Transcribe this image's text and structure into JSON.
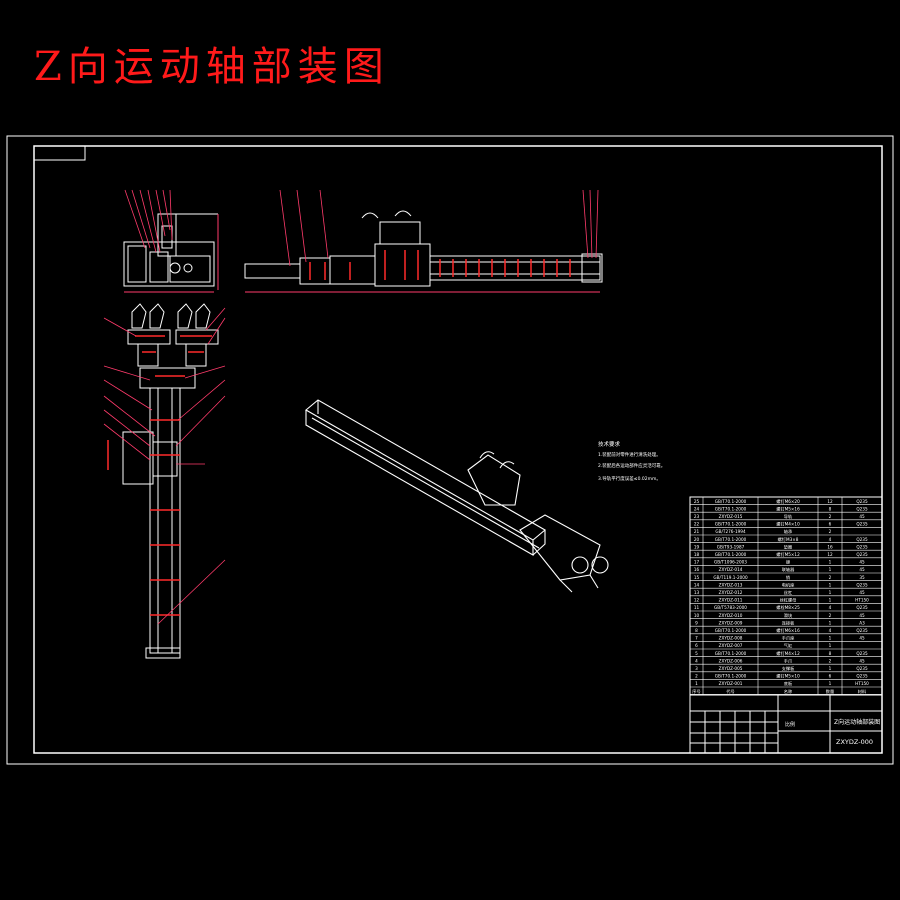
{
  "title": "Z向运动轴部装图",
  "notes": {
    "heading": "技术要求",
    "lines": [
      "1.装配前对零件进行清洗处理。",
      "2.装配后各运动部件应灵活可靠。",
      "3.导轨平行度误差≤0.02mm。"
    ]
  },
  "parts_table": {
    "rows": [
      {
        "no": "25",
        "code": "GB/T70.1-2000",
        "name": "螺钉M6×20",
        "qty": "12",
        "mat": "Q235"
      },
      {
        "no": "24",
        "code": "GB/T70.1-2000",
        "name": "螺钉M5×16",
        "qty": "8",
        "mat": "Q235"
      },
      {
        "no": "23",
        "code": "ZXYDZ-015",
        "name": "导轨",
        "qty": "2",
        "mat": "45"
      },
      {
        "no": "22",
        "code": "GB/T70.1-2000",
        "name": "螺钉M4×10",
        "qty": "6",
        "mat": "Q235"
      },
      {
        "no": "21",
        "code": "GB/T276-1994",
        "name": "轴承",
        "qty": "2",
        "mat": ""
      },
      {
        "no": "20",
        "code": "GB/T70.1-2000",
        "name": "螺钉M3×8",
        "qty": "4",
        "mat": "Q235"
      },
      {
        "no": "19",
        "code": "GB/T93-1987",
        "name": "垫圈",
        "qty": "16",
        "mat": "Q235"
      },
      {
        "no": "18",
        "code": "GB/T70.1-2000",
        "name": "螺钉M5×12",
        "qty": "12",
        "mat": "Q235"
      },
      {
        "no": "17",
        "code": "GB/T1096-2003",
        "name": "键",
        "qty": "1",
        "mat": "45"
      },
      {
        "no": "16",
        "code": "ZXYDZ-014",
        "name": "联轴器",
        "qty": "1",
        "mat": "45"
      },
      {
        "no": "15",
        "code": "GB/T119.1-2000",
        "name": "销",
        "qty": "2",
        "mat": "35"
      },
      {
        "no": "14",
        "code": "ZXYDZ-013",
        "name": "电机座",
        "qty": "1",
        "mat": "Q235"
      },
      {
        "no": "13",
        "code": "ZXYDZ-012",
        "name": "丝杠",
        "qty": "1",
        "mat": "45"
      },
      {
        "no": "12",
        "code": "ZXYDZ-011",
        "name": "丝杠螺母",
        "qty": "1",
        "mat": "HT150"
      },
      {
        "no": "11",
        "code": "GB/T5783-2000",
        "name": "螺栓M8×25",
        "qty": "4",
        "mat": "Q235"
      },
      {
        "no": "10",
        "code": "ZXYDZ-010",
        "name": "滑块",
        "qty": "2",
        "mat": "45"
      },
      {
        "no": "9",
        "code": "ZXYDZ-009",
        "name": "连接板",
        "qty": "1",
        "mat": "A3"
      },
      {
        "no": "8",
        "code": "GB/T70.1-2000",
        "name": "螺钉M6×16",
        "qty": "4",
        "mat": "Q235"
      },
      {
        "no": "7",
        "code": "ZXYDZ-008",
        "name": "手爪座",
        "qty": "1",
        "mat": "45"
      },
      {
        "no": "6",
        "code": "ZXYDZ-007",
        "name": "气缸",
        "qty": "1",
        "mat": ""
      },
      {
        "no": "5",
        "code": "GB/T70.1-2000",
        "name": "螺钉M4×12",
        "qty": "8",
        "mat": "Q235"
      },
      {
        "no": "4",
        "code": "ZXYDZ-006",
        "name": "手爪",
        "qty": "2",
        "mat": "45"
      },
      {
        "no": "3",
        "code": "ZXYDZ-005",
        "name": "支撑板",
        "qty": "1",
        "mat": "Q235"
      },
      {
        "no": "2",
        "code": "GB/T70.1-2000",
        "name": "螺钉M5×10",
        "qty": "6",
        "mat": "Q235"
      },
      {
        "no": "1",
        "code": "ZXYDZ-001",
        "name": "底板",
        "qty": "1",
        "mat": "HT150"
      }
    ],
    "header": {
      "no": "序号",
      "code": "代号",
      "name": "名称",
      "qty": "数量",
      "mat": "材料"
    }
  },
  "title_block": {
    "drawing_name": "Z向运动轴部装图",
    "drawing_number": "ZXYDZ-000",
    "scale_label": "比例"
  },
  "colors": {
    "line": "#ffffff",
    "annotation": "#ff2a2a",
    "dimension": "#ff3b6b",
    "title": "#ff1a1a"
  }
}
